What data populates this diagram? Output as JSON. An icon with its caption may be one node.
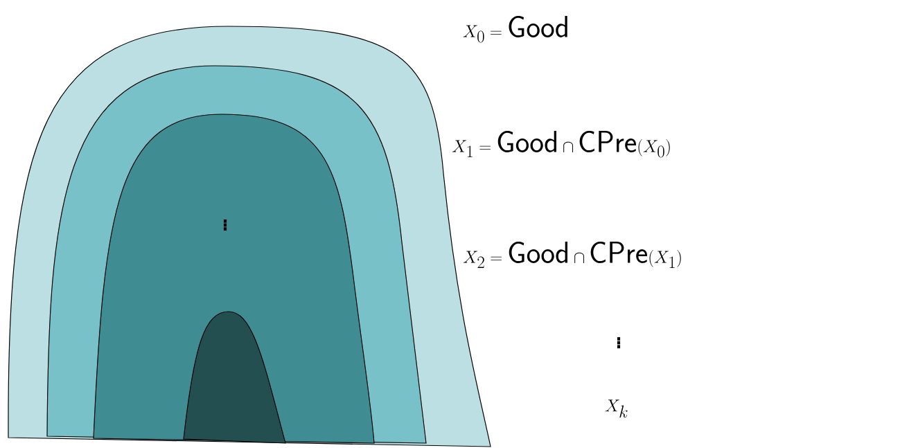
{
  "diagram": {
    "nodes": [
      {
        "text": [],
        "shape": "region"
      },
      {
        "text": [],
        "shape": "region",
        "in": 0
      },
      {
        "text": [],
        "shape": "region",
        "in": 1
      },
      {
        "text": [],
        "shape": "region",
        "in": 2
      }
    ],
    "labels": [
      "X_0 = \\mathsf{Good}",
      "X_1 = \\mathsf{Good} \\cap \\mathsf{CPre}(X_0)",
      "\\vdots",
      "X_2 = \\mathsf{Good} \\cap \\mathsf{CPre}(X_1)",
      "\\vdots",
      "X_k"
    ]
  }
}
